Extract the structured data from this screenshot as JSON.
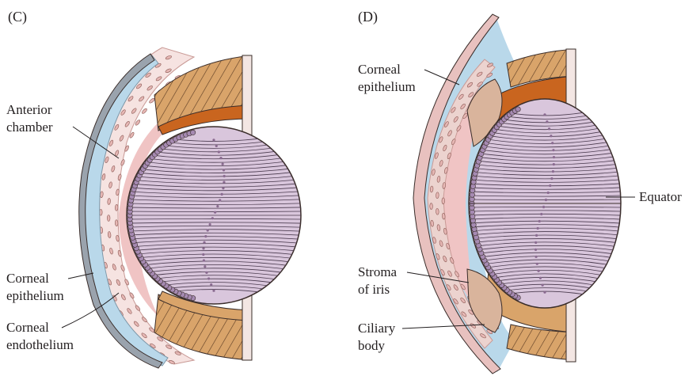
{
  "panels": {
    "c": {
      "letter": "(C)",
      "labels": {
        "anterior_chamber": [
          "Anterior",
          "chamber"
        ],
        "corneal_epithelium": [
          "Corneal",
          "epithelium"
        ],
        "corneal_endothelium": [
          "Corneal",
          "endothelium"
        ]
      }
    },
    "d": {
      "letter": "(D)",
      "labels": {
        "corneal_epithelium": [
          "Corneal",
          "epithelium"
        ],
        "equator": [
          "Equator"
        ],
        "stroma_of_iris": [
          "Stroma",
          "of iris"
        ],
        "ciliary_body": [
          "Ciliary",
          "body"
        ]
      }
    }
  },
  "colors": {
    "lens": "#d9c6dc",
    "lens_fiber": "#4a3a4e",
    "lens_epithelium": "#a68ab2",
    "iris": "#c9651f",
    "ciliary_tan": "#d9a46a",
    "cornea_blue": "#b9d8ea",
    "chamber_pink": "#f0c4c4",
    "scleral_cell": "#e6b7b4",
    "outline": "#3a2d2a"
  }
}
